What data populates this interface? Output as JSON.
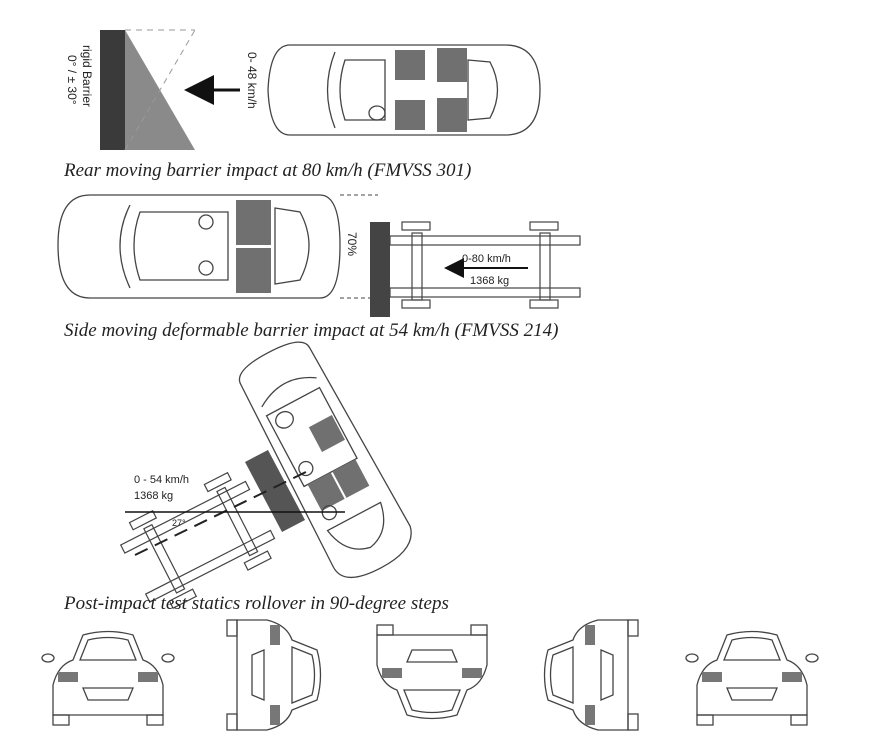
{
  "captions": {
    "rear": "Rear moving barrier impact at 80 km/h (FMVSS 301)",
    "side": "Side moving deformable barrier impact at 54 km/h (FMVSS 214)",
    "rollover": "Post-impact test statics rollover in 90-degree steps"
  },
  "panel1": {
    "barrier_line1": "rigid Barrier",
    "barrier_line2": "0° / ± 30°",
    "speed": "0- 48 km/h"
  },
  "panel2": {
    "overlap": "70%",
    "speed": "0-80 km/h",
    "mass": "1368 kg"
  },
  "panel3": {
    "speed": "0 - 54 km/h",
    "mass": "1368 kg",
    "angle": "27°"
  },
  "colors": {
    "outline": "#444444",
    "seat_fill": "#707070",
    "barrier_dark": "#3a3a3a",
    "barrier_grey": "#8a8a8a"
  }
}
